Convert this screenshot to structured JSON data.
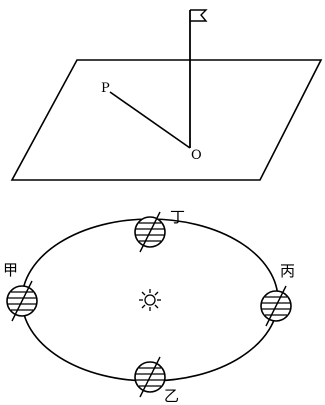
{
  "upper_figure": {
    "point_p": "P",
    "point_o": "O"
  },
  "orbit_figure": {
    "positions": {
      "jia": "甲",
      "yi": "乙",
      "bing": "丙",
      "ding": "丁"
    }
  }
}
